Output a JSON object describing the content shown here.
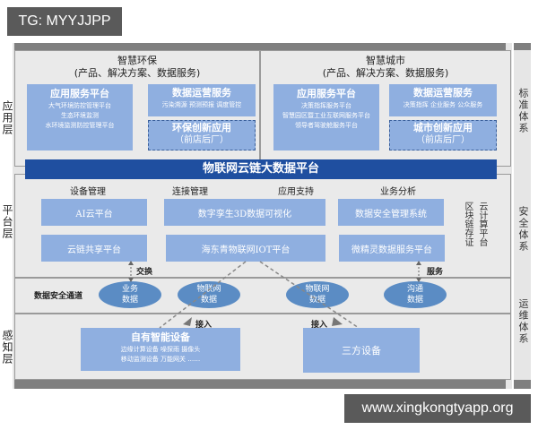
{
  "watermarks": {
    "top_left": "TG: MYYJJPP",
    "bottom_right": "www.xingkongtyapp.org"
  },
  "layers": {
    "application": "应用层",
    "platform": "平台层",
    "perception": "感知层"
  },
  "right_systems": [
    "标准体系",
    "安全体系",
    "运维体系"
  ],
  "application_layer": {
    "env": {
      "title": "智慧环保",
      "subtitle": "(产品、解决方案、数据服务)",
      "app_platform": {
        "title": "应用服务平台",
        "items": [
          "大气环境防控管理平台",
          "生态环境监测",
          "水环境监测防控管理平台"
        ]
      },
      "data_ops": {
        "title": "数据运营服务",
        "items": "污染溯源  预测预报  调度管控"
      },
      "innovation": {
        "title": "环保创新应用",
        "subtitle": "（前店后厂）"
      }
    },
    "city": {
      "title": "智慧城市",
      "subtitle": "(产品、解决方案、数据服务)",
      "app_platform": {
        "title": "应用服务平台",
        "items": [
          "决策指挥服务平台",
          "智慧园区暨工业互联网服务平台",
          "领导者驾驶舱服务平台"
        ]
      },
      "data_ops": {
        "title": "数据运营服务",
        "items": "决策指挥  企业服务  公众服务"
      },
      "innovation": {
        "title": "城市创新应用",
        "subtitle": "（前店后厂）"
      }
    }
  },
  "banner": "物联网云链大数据平台",
  "platform_layer": {
    "categories": [
      "设备管理",
      "连接管理",
      "应用支持",
      "业务分析"
    ],
    "boxes": {
      "ai_cloud": "AI云平台",
      "digital_twin": "数字孪生3D数据可视化",
      "data_security_mgmt": "数据安全管理系统",
      "chain_share": "云链共享平台",
      "iot_platform": "海东青物联网IOT平台",
      "data_service": "微精灵数据服务平台"
    },
    "blockchain": "区块链存证",
    "cloud_platform": "云计算平台"
  },
  "channel": {
    "label": "数据安全通道",
    "exchange": "交换",
    "service": "服务",
    "ellipses": [
      {
        "l1": "业务",
        "l2": "数据"
      },
      {
        "l1": "物联网",
        "l2": "数据"
      },
      {
        "l1": "物联网",
        "l2": "数据"
      },
      {
        "l1": "沟通",
        "l2": "数据"
      }
    ]
  },
  "perception_layer": {
    "access1": "接入",
    "access2": "接入",
    "own_devices": {
      "title": "自有智能设备",
      "row1": "边缘计算设备   噪探雨   摄像头",
      "row2": "移动监测设备   万能网关   ……"
    },
    "third_party": "三方设备"
  }
}
